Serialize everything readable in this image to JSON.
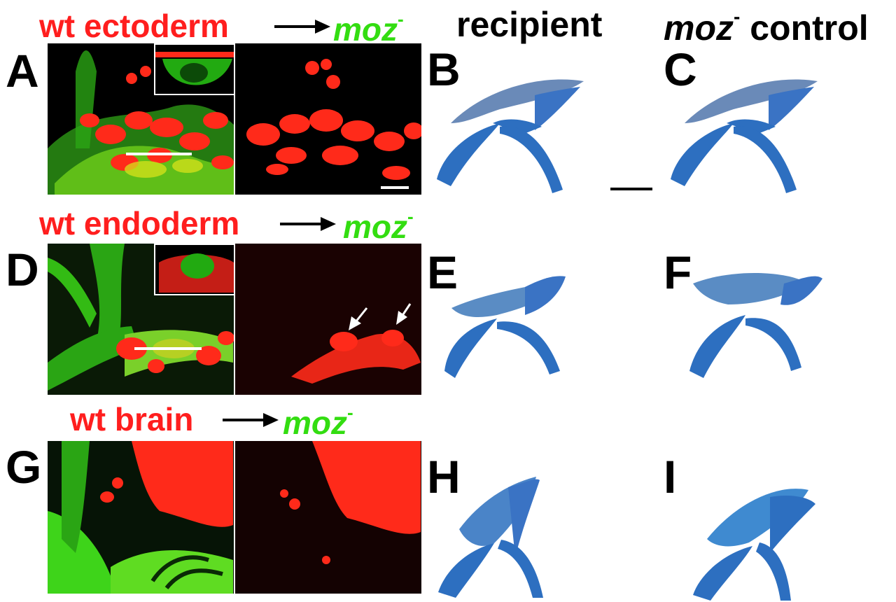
{
  "rows": [
    {
      "source": "wt ectoderm",
      "target": "moz",
      "sup": "-"
    },
    {
      "source": "wt endoderm",
      "target": "moz",
      "sup": "-"
    },
    {
      "source": "wt brain",
      "target": "moz",
      "sup": "-"
    }
  ],
  "columns": {
    "recipient": "recipient",
    "control_italic": "moz",
    "control_sup": "-",
    "control_rest": " control"
  },
  "letters": [
    "A",
    "B",
    "C",
    "D",
    "E",
    "F",
    "G",
    "H",
    "I"
  ],
  "colors": {
    "source_red": "#ff1e1e",
    "target_green": "#33dd11",
    "fluor_red": "#ff2a1a",
    "fluor_green": "#22cc11",
    "cartilage_blue": "#2d6fc0"
  }
}
